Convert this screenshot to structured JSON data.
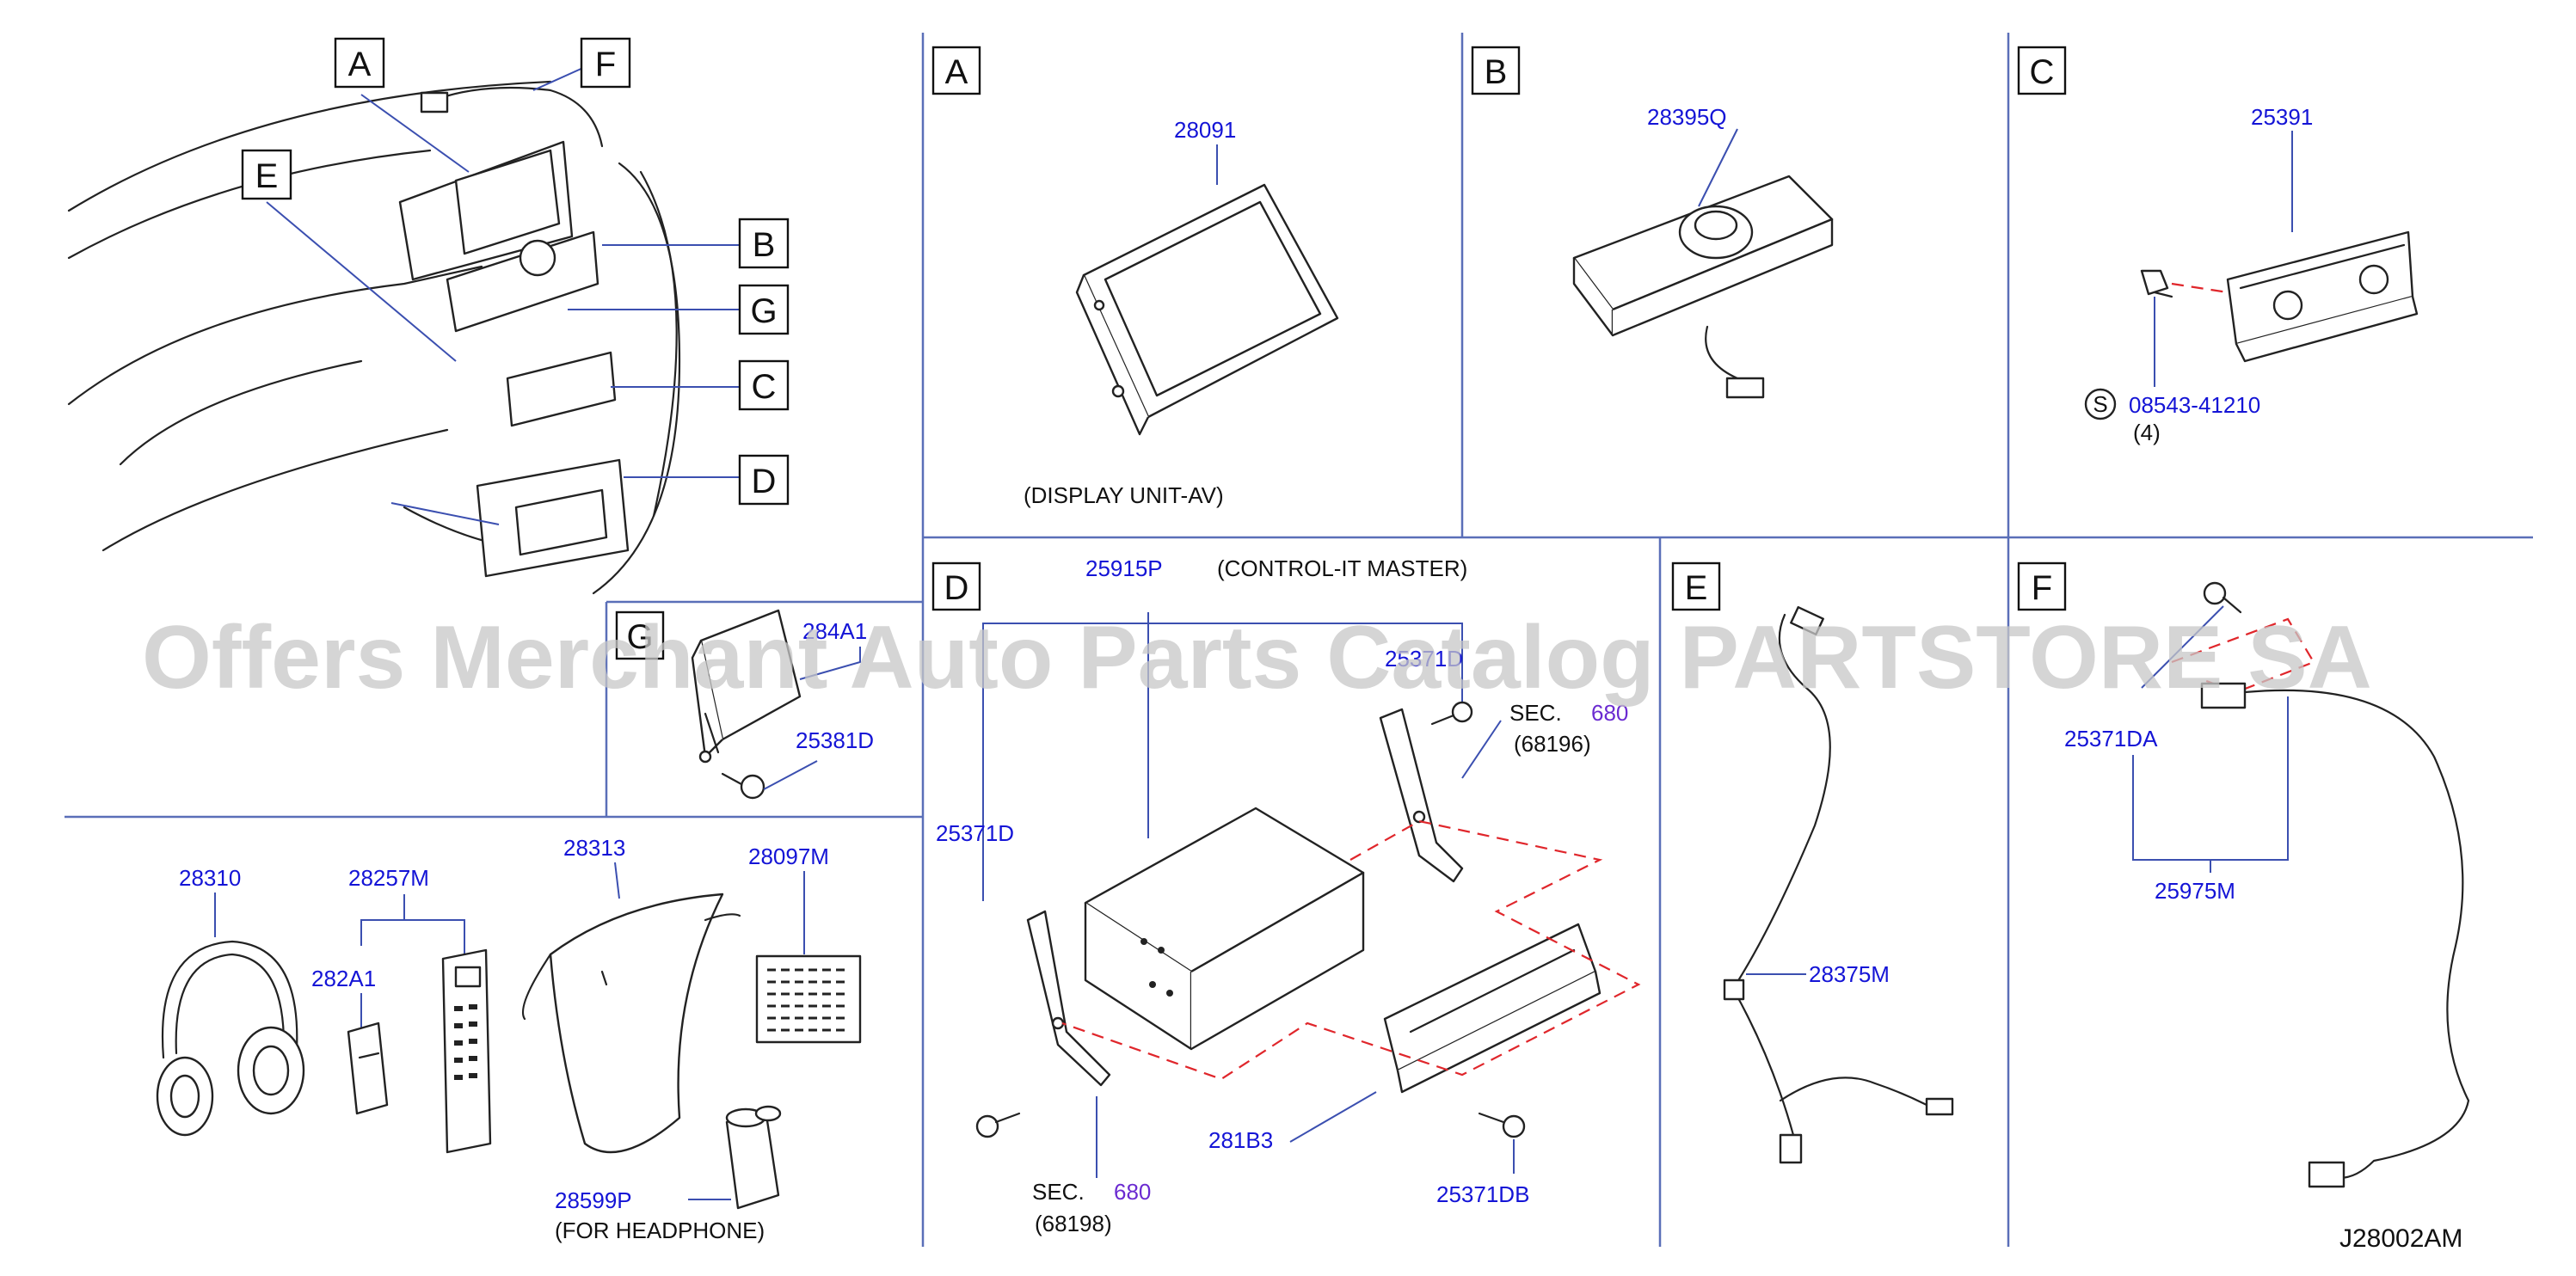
{
  "diagram_code": "J28002AM",
  "watermark": "Offers Merchant Auto Parts Catalog PARTSTORE SA",
  "overview_labels": [
    "A",
    "F",
    "E",
    "B",
    "G",
    "C",
    "D"
  ],
  "sections": {
    "A": {
      "letter": "A",
      "part": "28091",
      "note": "(DISPLAY UNIT-AV)"
    },
    "B": {
      "letter": "B",
      "part": "28395Q"
    },
    "C": {
      "letter": "C",
      "part": "25391",
      "screw_symbol": "S",
      "screw": "08543-41210",
      "qty": "(4)"
    },
    "D": {
      "letter": "D",
      "part_main": "25915P",
      "title": "(CONTROL-IT MASTER)",
      "screw_top": "25371D",
      "sec_label": "SEC.",
      "sec_num": "680",
      "sec_top_ref": "(68196)",
      "bracket_left": "25371D",
      "part_unit": "281B3",
      "sec_bottom_ref": "(68198)",
      "screw_bottom": "25371DB"
    },
    "E": {
      "letter": "E",
      "part": "28375M"
    },
    "F": {
      "letter": "F",
      "part_screw": "25371DA",
      "part_harness": "25975M"
    },
    "G": {
      "letter": "G",
      "part": "284A1",
      "screw": "25381D"
    },
    "accessories": {
      "headphones": "28310",
      "remote": "28257M",
      "battery_cover": "282A1",
      "bag": "28313",
      "manual": "28097M",
      "battery": "28599P",
      "battery_note": "(FOR HEADPHONE)"
    }
  },
  "colors": {
    "part_number": "#1414d6",
    "section_ref": "#6b2bd1",
    "dash": "#e0262b",
    "divider": "#5a6fb8"
  }
}
